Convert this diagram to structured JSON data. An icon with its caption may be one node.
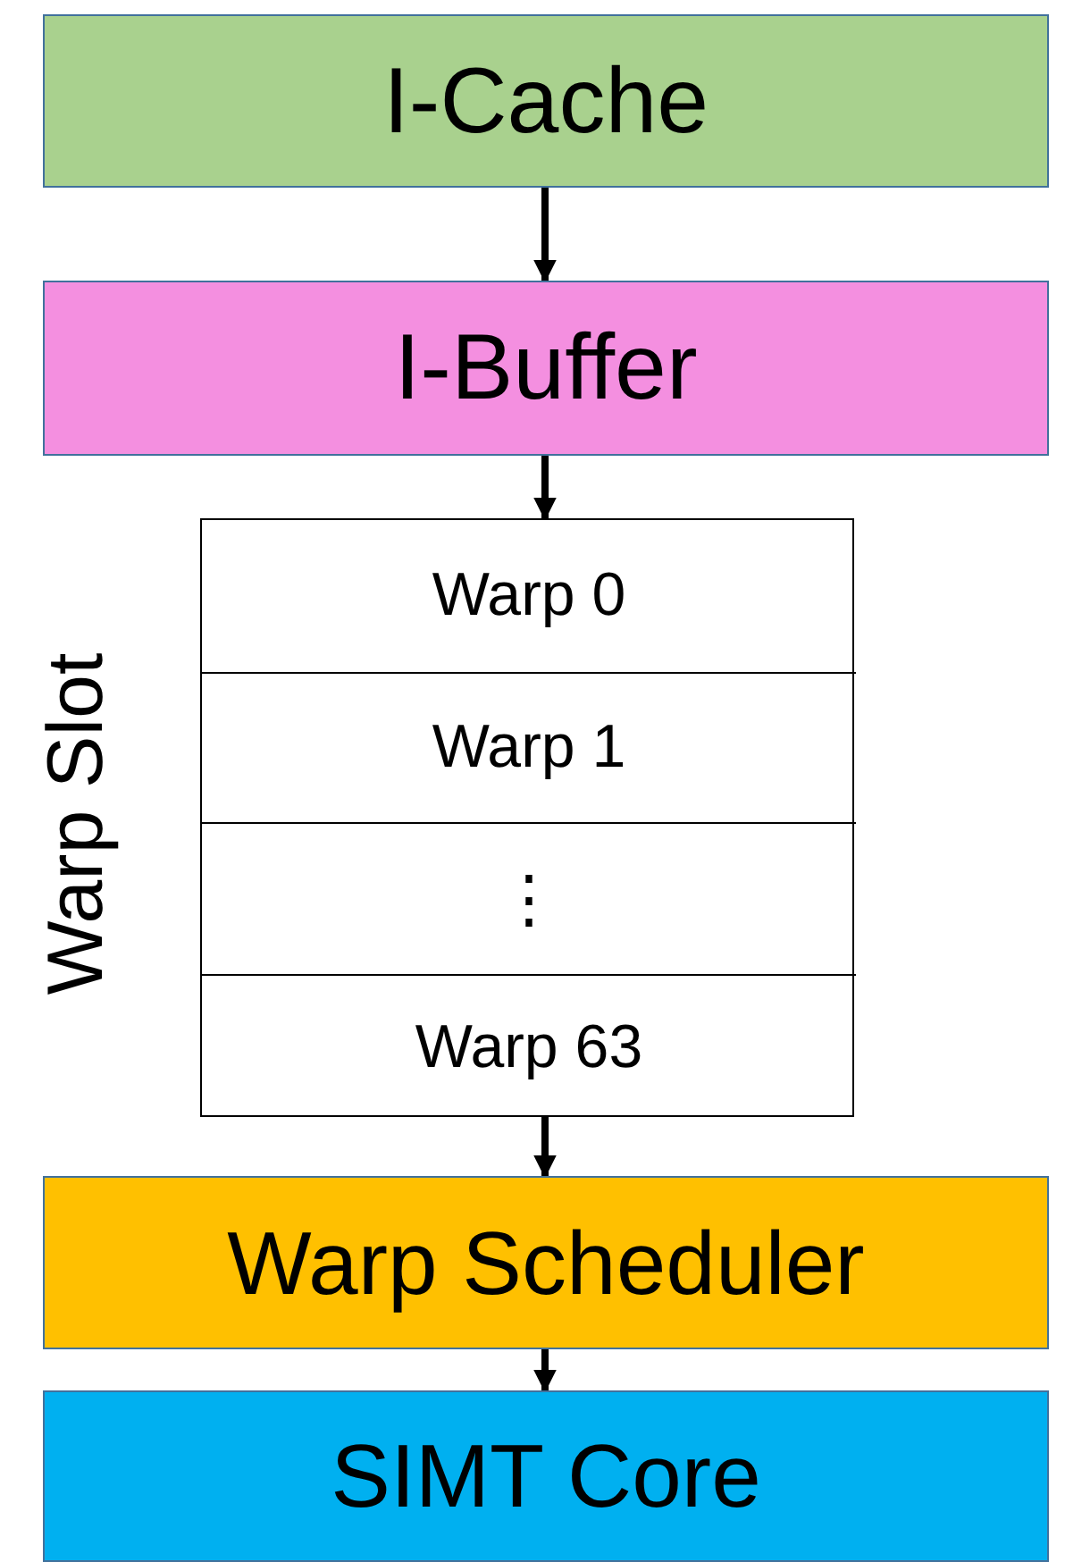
{
  "diagram": {
    "nodes": [
      {
        "text": [
          "I-Cache"
        ]
      },
      {
        "text": [
          "I-Buffer"
        ]
      },
      {
        "text": [
          "Warp Slot"
        ]
      },
      {
        "text": [
          "Warp 0"
        ],
        "in": 2
      },
      {
        "text": [
          "Warp 1"
        ],
        "in": 2
      },
      {
        "text": [
          "⋮"
        ],
        "in": 2
      },
      {
        "text": [
          "Warp 63"
        ],
        "in": 2
      },
      {
        "text": [
          "Warp Scheduler"
        ]
      },
      {
        "text": [
          "SIMT Core"
        ]
      }
    ],
    "edges": [
      {
        "from": 0,
        "to": 1,
        "arrow": "to"
      },
      {
        "from": 1,
        "to": 2,
        "arrow": "to"
      },
      {
        "from": 2,
        "to": 7,
        "arrow": "to"
      },
      {
        "from": 7,
        "to": 8,
        "arrow": "to"
      }
    ]
  }
}
